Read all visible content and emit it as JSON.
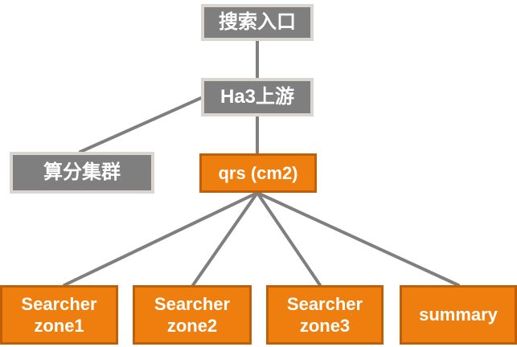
{
  "diagram": {
    "nodes": {
      "entry": {
        "label": "搜索入口"
      },
      "upstream": {
        "label": "Ha3上游"
      },
      "compute_cluster": {
        "label": "算分集群"
      },
      "qrs": {
        "label": "qrs (cm2)"
      },
      "searcher_zone1": {
        "line1": "Searcher",
        "line2": "zone1"
      },
      "searcher_zone2": {
        "line1": "Searcher",
        "line2": "zone2"
      },
      "searcher_zone3": {
        "line1": "Searcher",
        "line2": "zone3"
      },
      "summary": {
        "label": "summary"
      }
    },
    "edges": [
      {
        "from": "entry",
        "to": "upstream"
      },
      {
        "from": "upstream",
        "to": "compute_cluster"
      },
      {
        "from": "upstream",
        "to": "qrs"
      },
      {
        "from": "qrs",
        "to": "searcher_zone1"
      },
      {
        "from": "qrs",
        "to": "searcher_zone2"
      },
      {
        "from": "qrs",
        "to": "searcher_zone3"
      },
      {
        "from": "qrs",
        "to": "summary"
      }
    ],
    "colors": {
      "gray_fill": "#7f7f7f",
      "gray_border": "#d9d6cf",
      "orange_fill": "#ee7f0e",
      "orange_border": "#bf5f07",
      "connector": "#7f7f7f",
      "text": "#ffffff"
    }
  }
}
